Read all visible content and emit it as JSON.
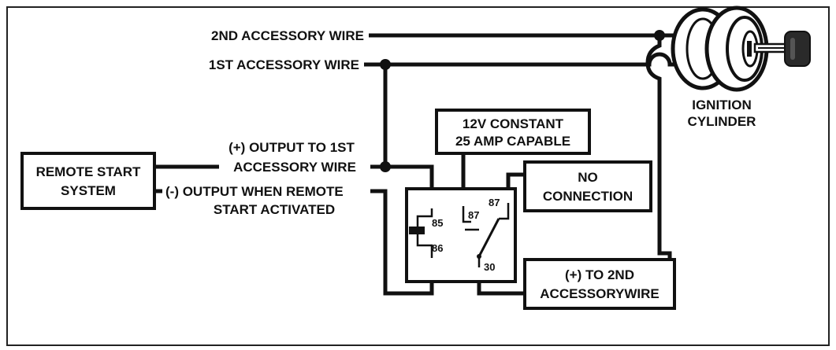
{
  "labels": {
    "second_accessory_wire": "2ND ACCESSORY WIRE",
    "first_accessory_wire": "1ST ACCESSORY WIRE",
    "ignition_line1": "IGNITION",
    "ignition_line2": "CYLINDER",
    "constant_line1": "12V CONSTANT",
    "constant_line2": "25 AMP CAPABLE",
    "output_pos_line1": "(+) OUTPUT TO 1ST",
    "output_pos_line2": "ACCESSORY WIRE",
    "remote_line1": "REMOTE START",
    "remote_line2": "SYSTEM",
    "output_neg_line1": "(-) OUTPUT WHEN REMOTE",
    "output_neg_line2": "START ACTIVATED",
    "no_conn_line1": "NO",
    "no_conn_line2": "CONNECTION",
    "to_second_line1": "(+) TO 2ND",
    "to_second_line2": "ACCESSORYWIRE"
  },
  "relay_pins": {
    "pin85": "85",
    "pin86": "86",
    "pin87": "87",
    "pin87a": "87",
    "pin30": "30"
  },
  "colors": {
    "ink": "#111111",
    "background": "#ffffff",
    "key": "#2a2a2a"
  }
}
